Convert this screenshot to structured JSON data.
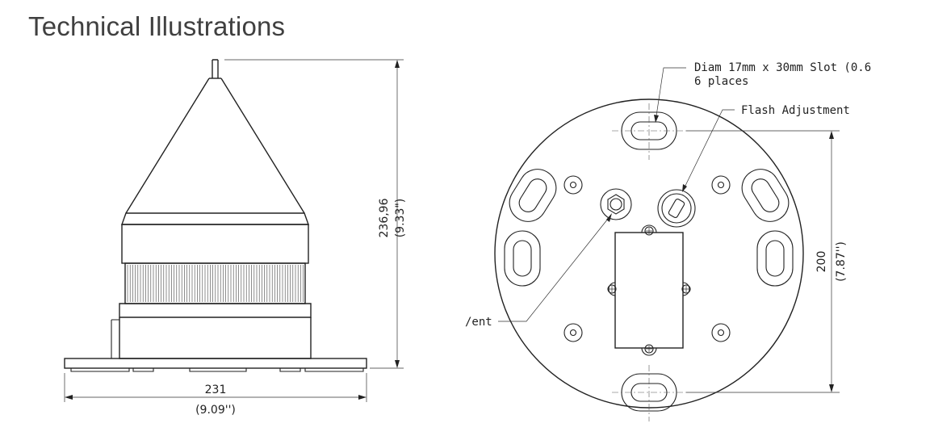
{
  "page": {
    "title": "Technical Illustrations"
  },
  "side_view": {
    "height_mm": "236,96",
    "height_in": "(9.33\")",
    "width_mm": "231",
    "width_in": "(9.09'')"
  },
  "top_view": {
    "slot_note_line1": "Diam 17mm x 30mm Slot (0.6",
    "slot_note_line2": "6 places",
    "flash_label": "Flash Adjustment",
    "vent_label": "/ent",
    "diameter_mm": "200",
    "diameter_in": "(7.87'')"
  }
}
